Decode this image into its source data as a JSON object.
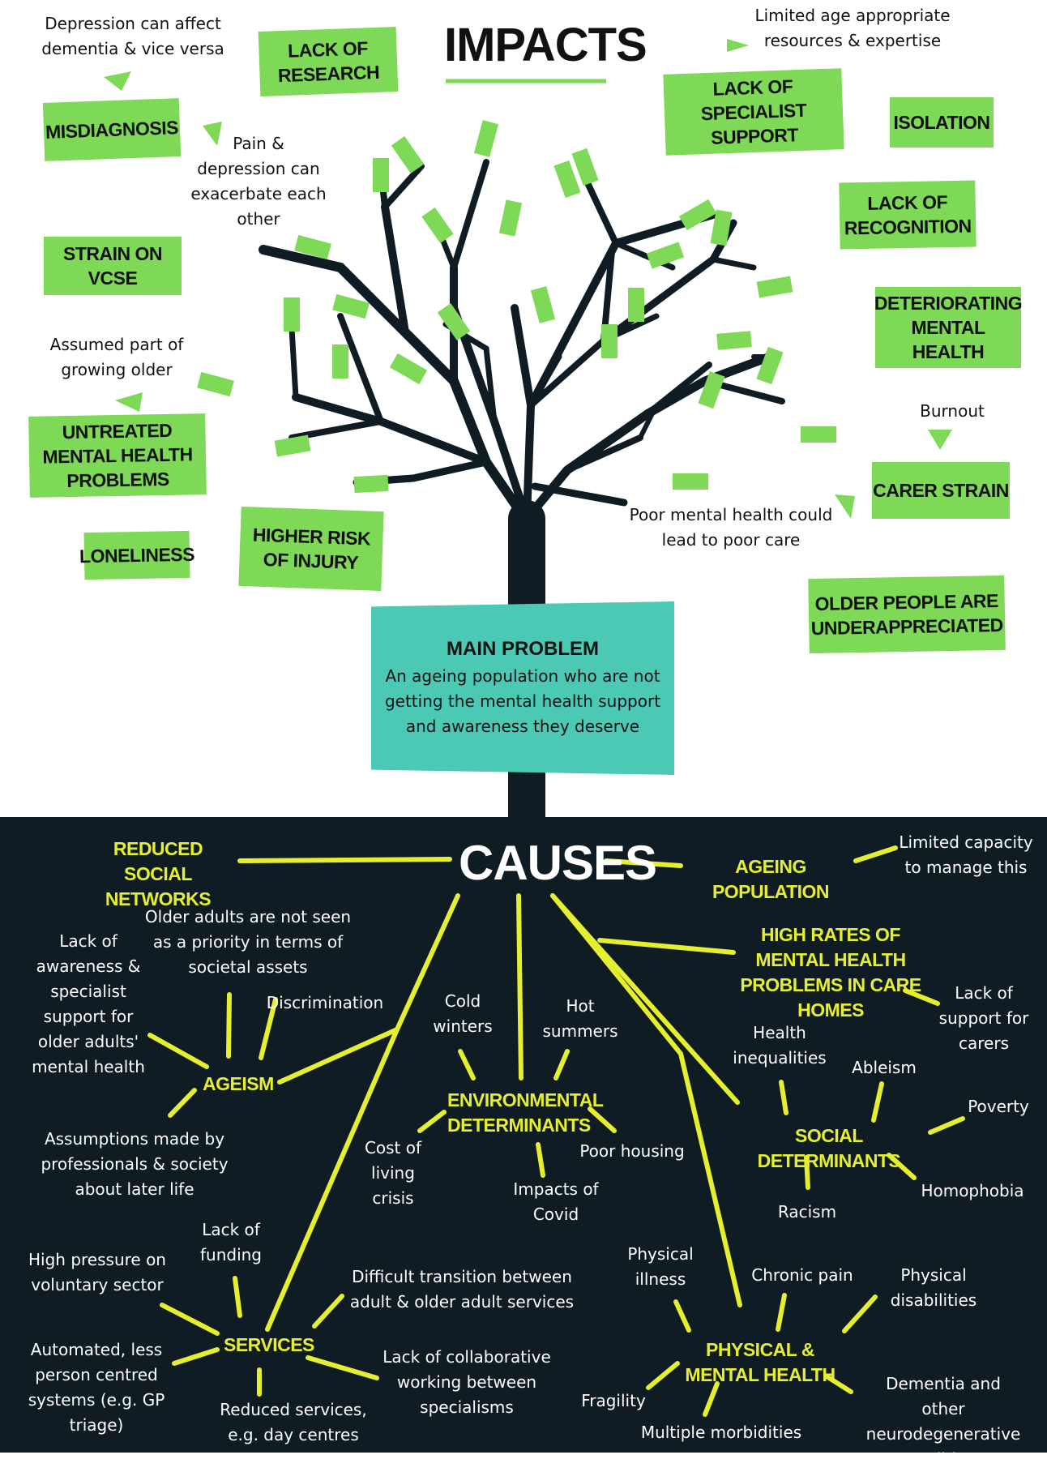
{
  "impacts_title": "IMPACTS",
  "impacts": {
    "lack_of_research": "LACK OF RESEARCH",
    "misdiagnosis": "MISDIAGNOSIS",
    "strain_on_vcse": "STRAIN ON VCSE",
    "untreated": "UNTREATED MENTAL HEALTH PROBLEMS",
    "loneliness": "LONELINESS",
    "higher_risk": "HIGHER RISK OF INJURY",
    "lack_of_specialist": "LACK OF SPECIALIST SUPPORT",
    "isolation": "ISOLATION",
    "lack_of_recognition": "LACK OF RECOGNITION",
    "deteriorating": "DETERIORATING MENTAL HEALTH",
    "carer_strain": "CARER STRAIN",
    "underappreciated": "OLDER PEOPLE ARE UNDERAPPRECIATED"
  },
  "notes": {
    "depression_dementia": "Depression can affect dementia & vice versa",
    "pain_depression": "Pain & depression can exacerbate each other",
    "assumed_part": "Assumed part of growing older",
    "limited_age": "Limited age appropriate resources & expertise",
    "burnout": "Burnout",
    "poor_care": "Poor mental health could lead to poor care"
  },
  "main_problem": {
    "heading": "MAIN PROBLEM",
    "text": "An ageing population who are not getting the mental health support and awareness they deserve"
  },
  "causes_title": "CAUSES",
  "causes": {
    "reduced_social": "REDUCED SOCIAL NETWORKS",
    "ageing_population": "AGEING POPULATION",
    "limited_capacity": "Limited capacity to manage this",
    "high_rates": "HIGH RATES OF MENTAL HEALTH PROBLEMS IN CARE HOMES",
    "lack_support_carers": "Lack of support for carers",
    "ageism": "AGEISM",
    "lack_awareness": "Lack of awareness & specialist support for older adults' mental health",
    "older_adults_priority": "Older adults are not seen as a priority in terms of societal assets",
    "discrimination": "Discrimination",
    "assumptions": "Assumptions made by professionals & society about later life",
    "environmental": "ENVIRONMENTAL DETERMINANTS",
    "cold_winters": "Cold winters",
    "hot_summers": "Hot summers",
    "cost_of_living": "Cost of living crisis",
    "poor_housing": "Poor housing",
    "impacts_covid": "Impacts of Covid",
    "social": "SOCIAL DETERMINANTS",
    "health_inequalities": "Health inequalities",
    "ableism": "Ableism",
    "poverty": "Poverty",
    "racism": "Racism",
    "homophobia": "Homophobia",
    "services": "SERVICES",
    "lack_funding": "Lack of funding",
    "high_pressure": "High pressure on voluntary sector",
    "difficult_transition": "Difficult transition between adult & older adult services",
    "automated": "Automated, less person centred systems (e.g. GP triage)",
    "reduced_services": "Reduced services, e.g. day centres",
    "lack_collab": "Lack of collaborative working between specialisms",
    "physical_mental": "PHYSICAL & MENTAL HEALTH",
    "physical_illness": "Physical illness",
    "chronic_pain": "Chronic pain",
    "physical_disabilities": "Physical disabilities",
    "fragility": "Fragility",
    "multiple_morbidities": "Multiple morbidities",
    "dementia_other": "Dementia and other neurodegenerative conditions"
  },
  "colors": {
    "leaf_green": "#7ed957",
    "teal": "#4cc9b5",
    "dark_navy": "#101c24",
    "cause_yellow": "#e6ef2e",
    "trunk": "#101c24"
  }
}
